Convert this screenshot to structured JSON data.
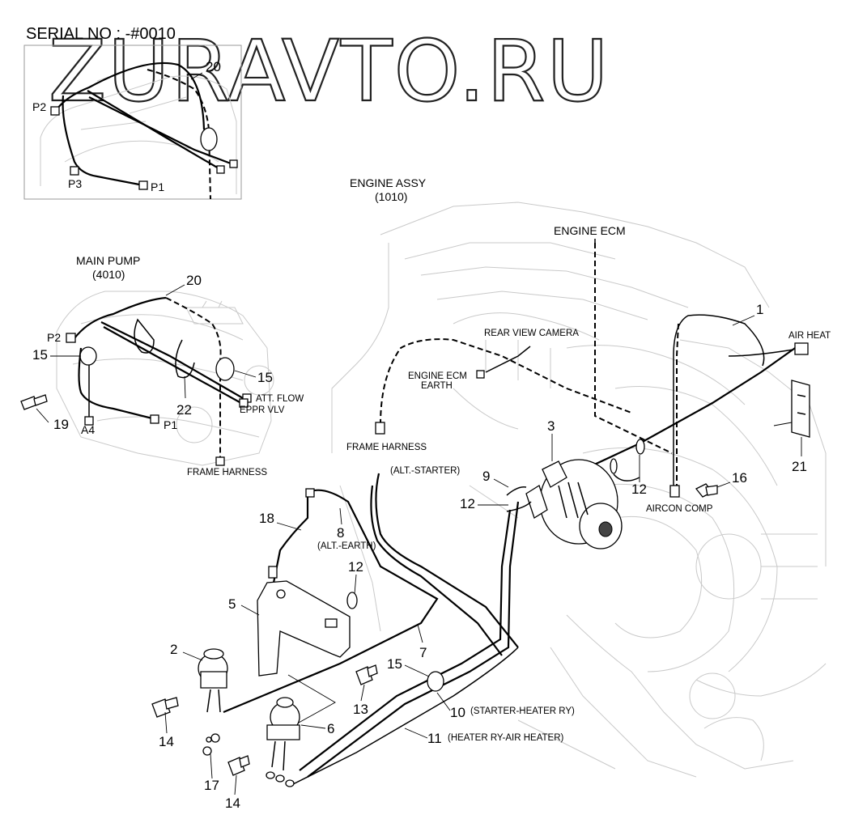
{
  "serial": "SERIAL NO : -#0010",
  "watermark": "ZURAVTO.RU",
  "assemblies": {
    "engine": {
      "name": "ENGINE ASSY",
      "code": "(1010)"
    },
    "main_pump": {
      "name": "MAIN PUMP",
      "code": "(4010)"
    },
    "engine_ecm": "ENGINE ECM"
  },
  "connectors": {
    "p1": "P1",
    "p2": "P2",
    "p3": "P3",
    "a4": "A4",
    "air_heat": "AIR HEAT",
    "rear_view_camera": "REAR VIEW CAMERA",
    "engine_ecm_earth_1": "ENGINE ECM",
    "engine_ecm_earth_2": "EARTH",
    "frame_harness": "FRAME HARNESS",
    "alt_starter": "(ALT.-STARTER)",
    "att_flow": "ATT. FLOW",
    "eppr_vlv": "EPPR VLV",
    "aircon_comp": "AIRCON COMP",
    "alt_earth": "(ALT.-EARTH)",
    "starter_heater_ry": "(STARTER-HEATER RY)",
    "heater_ry_air_heater": "(HEATER RY-AIR HEATER)"
  },
  "callouts": {
    "c1": "1",
    "c2": "2",
    "c3": "3",
    "c5": "5",
    "c6": "6",
    "c7": "7",
    "c8": "8",
    "c9": "9",
    "c10": "10",
    "c11": "11",
    "c12": "12",
    "c13": "13",
    "c14": "14",
    "c15": "15",
    "c16": "16",
    "c17": "17",
    "c18": "18",
    "c19": "19",
    "c20": "20",
    "c21": "21",
    "c22": "22"
  }
}
